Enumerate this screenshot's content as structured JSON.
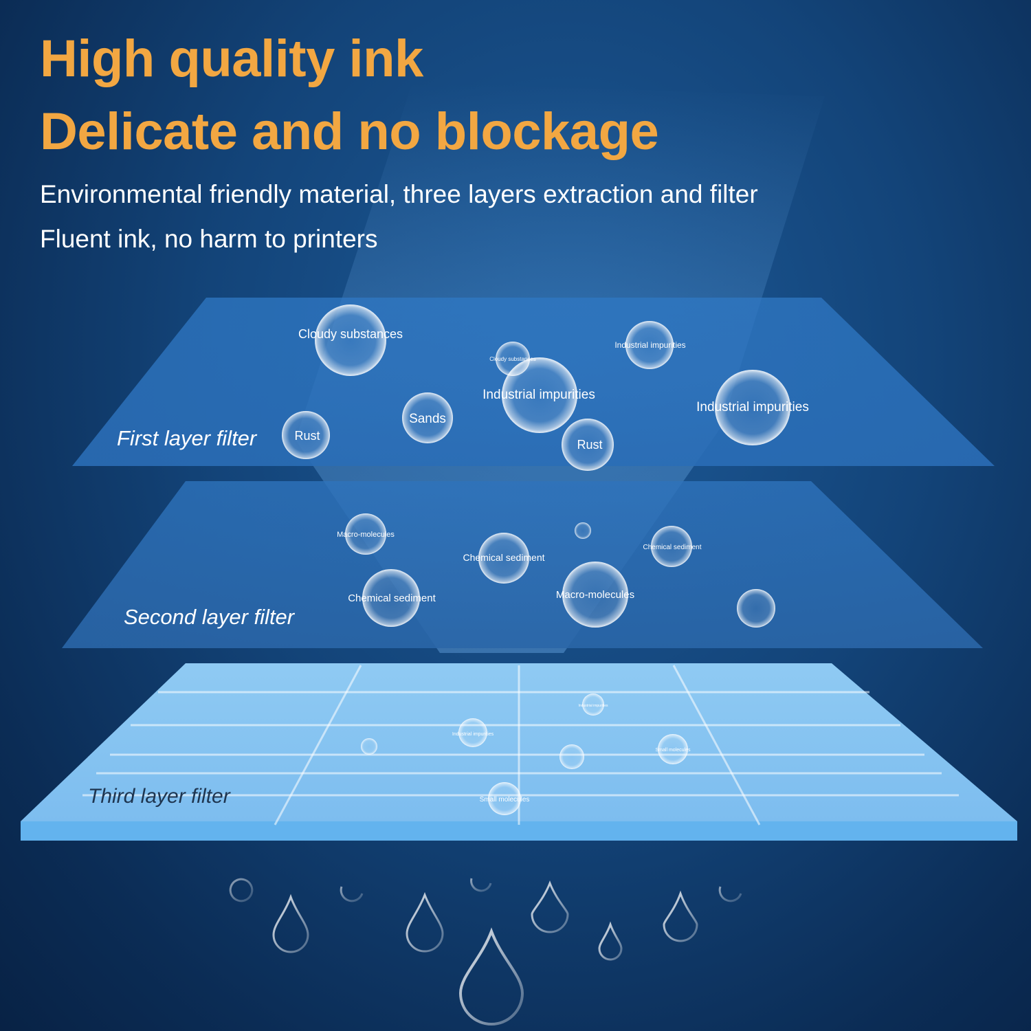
{
  "headline": {
    "line1": "High quality ink",
    "line2": "Delicate and no blockage"
  },
  "subtitle": {
    "line1": "Environmental friendly material, three layers extraction and filter",
    "line2": "Fluent ink, no harm to printers"
  },
  "layers": {
    "first": {
      "label": "First layer filter",
      "bubbles": [
        "Cloudy substances",
        "Cloudy substances",
        "Industrial impurities",
        "Industrial impurities",
        "Industrial impurities",
        "Sands",
        "Rust",
        "Rust"
      ]
    },
    "second": {
      "label": "Second layer filter",
      "bubbles": [
        "Macro-molecules",
        "Chemical sediment",
        "Chemical sediment",
        "Chemical sediment",
        "Macro-molecules"
      ]
    },
    "third": {
      "label": "Third layer filter",
      "bubbles": [
        "Industrial impurities",
        "Industrial impurities",
        "Small molecules",
        "Small molecules"
      ]
    }
  },
  "colors": {
    "headline": "#f2a742",
    "background": "#134479",
    "third_layer": "#8fcaf3"
  }
}
